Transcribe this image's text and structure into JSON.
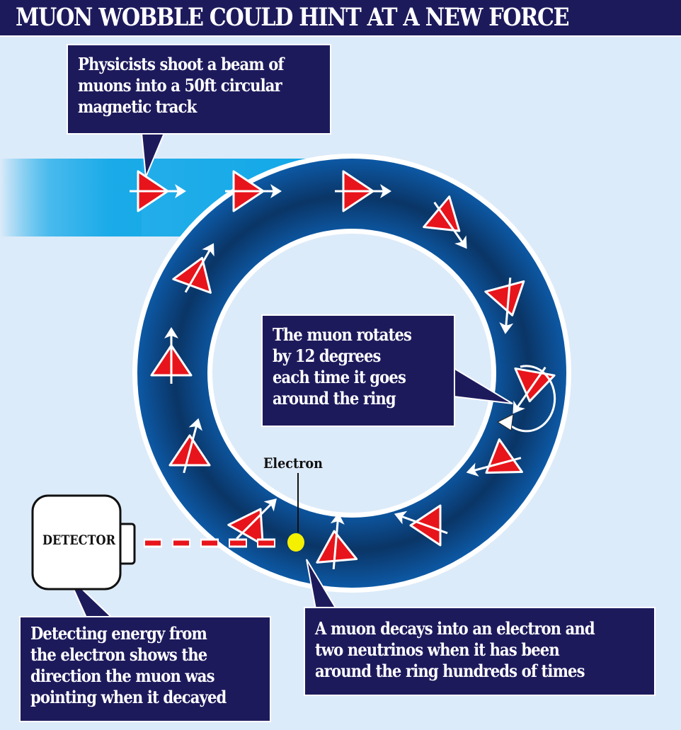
{
  "title": "MUON WOBBLE COULD HINT AT A NEW FORCE",
  "callouts": {
    "beam": [
      "Physicists shoot a beam of",
      "muons into a 50ft circular",
      "magnetic track"
    ],
    "rotation": [
      "The muon rotates",
      "by 12 degrees",
      "each time it goes",
      "around the ring"
    ],
    "detector": [
      "Detecting energy from",
      "the electron shows the",
      "direction the muon was",
      "pointing when it decayed"
    ],
    "decay": [
      "A muon decays into an electron and",
      "two neutrinos when it has been",
      "around the ring hundreds of times"
    ]
  },
  "labels": {
    "detector": "DETECTOR",
    "electron": "Electron"
  },
  "colors": {
    "navy": "#1d1a5c",
    "track": "#0b3e7a",
    "beam": "#12a8e8",
    "muon": "#e8141b",
    "electron": "#f5ef00",
    "background": "#dcebf9"
  }
}
